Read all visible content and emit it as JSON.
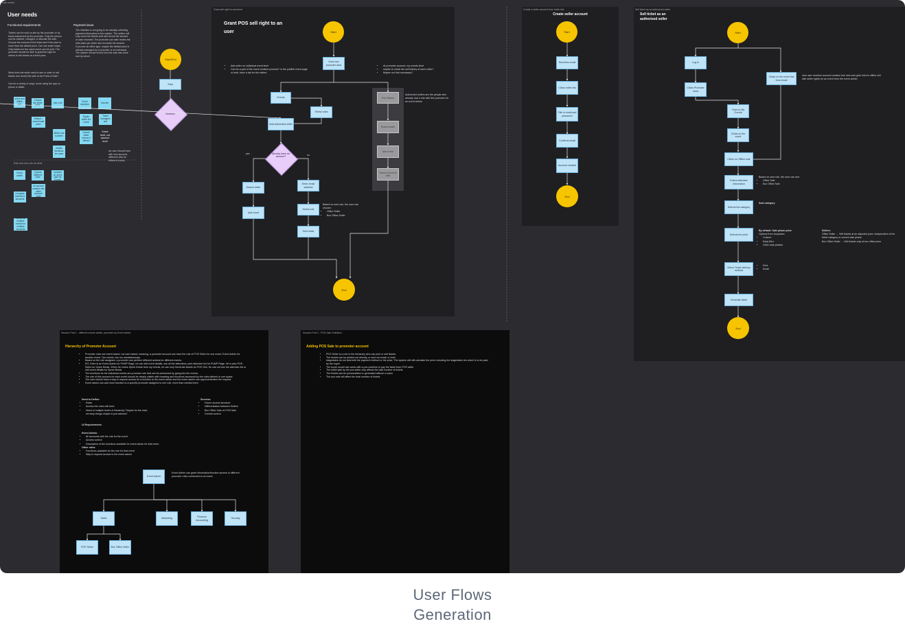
{
  "canvas": {
    "corner_tag": "User needs"
  },
  "user_needs": {
    "title": "User needs",
    "functional_title": "Functional requirements",
    "payment_title": "Payment issue",
    "functional_text": "Tickets can be sold on site by the promoter or by those authorized by the promoter. Only the person can be marked, changed, or allocate the sale. Choose the amount of the ticket and if the price is more than the default price. Can use seats maps. Only tickets for the same event can be sold. The promoter should be able to grant the right for others to sell tickets at a fixed price.",
    "payment_text": "The intention is not going to be actually collecting payment information in the system. The sellers will only count the tickets sold and record the amount of cash received. The promoter can later review the total sales per seller and reconcile the income.",
    "payment_text2": "If you are an office type, maybe the default price is already managed by a promoter or an individual. The system should record how the sale was done and by whom.",
    "extra_text": "What does the seller need to see in order to sell tickets and record the sale at the Point of Sale?",
    "extra_text2": "Can be a variety of ways, some using the app on phone or tablet.",
    "stickies_a": [
      "which and offline sale",
      "Choose the ticket price",
      "User role",
      "Default = current sale price"
    ],
    "stickies_b": [
      "Event selection",
      "Voucher",
      "Rights within the event",
      "Ticket managers and",
      "Cancel ticket returns if offered",
      "Which role is active",
      "Mobile functions for users"
    ],
    "ticket_note": "Event level, not account level",
    "user_note": "we user should have with new account, different roles for different events",
    "stickies_c": [
      "Event admin",
      "Choose different roles",
      "One member on and a User for Events",
      "Some users for account creation with seller account login",
      "Complete member's accounts",
      "Select for multiple events for multiple accounts"
    ],
    "section_tag": "Role and who can do what"
  },
  "legend": {
    "start": "Start/End",
    "step": "Step",
    "decision": "Decision"
  },
  "grant_pos": {
    "tag": "Grant sell right to someone",
    "title": "Grant POS sell right to an user",
    "start": "Start",
    "end": "End",
    "nodes": {
      "goes_to_promoter": "Goes into promoter area",
      "events": "Events",
      "select_roles": "Select roles",
      "add_authorized_seller": "Add authorized seller",
      "already_account": "Already have an account?",
      "yes": "yes",
      "no": "no",
      "search_seller": "Search seller",
      "add_event": "Add event",
      "enter_email": "Enter email address",
      "select_role": "Select role",
      "sent_invite": "Sent invite",
      "pos_sellers": "Pos Sellers",
      "search_seller_g": "Search seller",
      "add_event_g": "Add event",
      "search_event": "Search Event to add"
    },
    "left_notes": [
      "Add seller on individual event level",
      "Can be a part of the event creation process? in the publish event page or best, have a tab for the sellers"
    ],
    "right_notes": [
      "At promoter account, my events level",
      "maybe to check the sell history of each seller?",
      "Maybe not that necessary?"
    ],
    "auth_note": "Authorized sellers are the people who already had a role with this promoter for an event before",
    "role_note_title": "Based on user role, the user can choose:",
    "role_note_items": [
      "Office Seller",
      "Box Office Seller"
    ]
  },
  "create_seller": {
    "tag": "Create a seller account from invite link",
    "title": "Create seller account",
    "start": "Start",
    "end": "End",
    "steps": [
      "Receives email",
      "Clicks invite link",
      "Fills in email and password",
      "Confirms email",
      "Account created"
    ]
  },
  "sell_ticket": {
    "tag": "Sell ticket as an authorized seller",
    "title": "Sell ticket as an authorized seller",
    "start": "Start",
    "end": "End",
    "steps": {
      "log_in": "Log In",
      "clicks_promoter": "Clicks Promoter Area",
      "goes_my_events": "Goes to My Events",
      "clicks_event": "Clicks on the event",
      "clicks_offline": "Clicks on Offline sale",
      "enters_attendee": "Enters Attendee information",
      "selects_category": "Selects the category",
      "selects_price": "Selects the price",
      "select_delivery": "Select Ticket delivery method",
      "generate": "Generate ticket",
      "clicks_email_link": "Clicks on the event link from email"
    },
    "email_note": "new user receives account creation link new user gets link for offline sell with seller rights for an event from the event admin",
    "role_note_title": "Based on user role, the user can see:",
    "role_note_items": [
      "Office Sale",
      "Box Office Sale"
    ],
    "category_note": "Seat category",
    "price_note_title": "By default: Sale phase price",
    "price_note_sub": "Options from dropdown:",
    "price_note_items": [
      "Custom",
      "Early Bird",
      "Other sale phases"
    ],
    "sellers_title": "Sellers:",
    "sellers_lines": [
      "Office Seller → Sell tickets at an adjusted price, independent of the ticket category or current sale phase",
      "Box Office Seller → Sell tickets only at box office price"
    ],
    "delivery_items": [
      "Print",
      "Email"
    ]
  },
  "hierarchy": {
    "tag": "Session Part 1 - different events admin, promoter by Event admin",
    "title": "Hierarchy of Promoter Account",
    "bullets": [
      "Promoter roles are event based, not user based, meaning, a promoter account can have the role of POS Seller for one event, Event Admin for another event. Two events can run simultaneously.",
      "Based on the role assigned, a promoter can perform different actions for different events.",
      "EG: Eden is an Event Admin for PUMP Rage, he can edit event details, see all the attendees, print attendee list for PUMP Rage. He is also POS Seller for Spree Break. When he enters Spree Break from my events, he can only Generate tickets for POS Sell. He can not see the attendee list or edit event details for Spree Break.",
      "The functions for the individual events are promoter role that can be performed by going into the events.",
      "The role of this account for each event should be clearly visible with meaning and functions accessed by the roles defined in one space.",
      "The user should have a way to request access for a function to the event admin and the event admin can approve/decline the request.",
      "Event admin can add more function to a specific promoter assigned to one role, more than needed here."
    ],
    "need_title": "Need to Define:",
    "need_items": [
      "Roles",
      "Access the roles will need",
      "Need of multiple levels of hierarchy? Maybe for the start, we keep things simple to just admins?"
    ],
    "screens_title": "Screens:",
    "screens_items": [
      "Future access structure",
      "Differentiation between Sellers",
      "Box Office Sale vs POS Sale",
      "Central control"
    ],
    "ui_title": "UI Requirements:",
    "admin_title": "Event Admin:",
    "admin_items": [
      "All accounts with the role for the event",
      "Access control",
      "Description of the functions available for event admin for that event"
    ],
    "other_title": "Other roles:",
    "other_items": [
      "Functions available for the role for that event",
      "Way to request access to the event admin"
    ],
    "tree": {
      "event_admin": "Event Admin",
      "sales": "Sales",
      "marketing": "Marketing",
      "finance": "Finance/ Accounting",
      "security": "Security",
      "pos_seller": "POS Seller",
      "box_office": "Box Office Seller"
    },
    "tree_note": "Event Admin can grant information/function access to different promoter roles connected to an event"
  },
  "adding_pos": {
    "tag": "Session Part 2 - POS Sale Definition",
    "title": "Adding POS Sale to promoter account",
    "bullets": [
      "POS Seller is a role in the hierarchy who can print or sell tickets.",
      "The tickets can be printed out directly, or sent via email, or both.",
      "stagedates do not deal with the payment method or the price. The system will still calculate the price including the stagedates fee which is to be paid by the buyer.",
      "The buyer would use cards with a pos machine to pay the ticket from POS seller",
      "The ticket sale by the pos seller only affects the total number of tickets",
      "The tickets can be personalised or generated without a name",
      "The pos sale will affect the total number of tickets"
    ]
  },
  "caption": {
    "line1": "User Flows",
    "line2": "Generation"
  }
}
